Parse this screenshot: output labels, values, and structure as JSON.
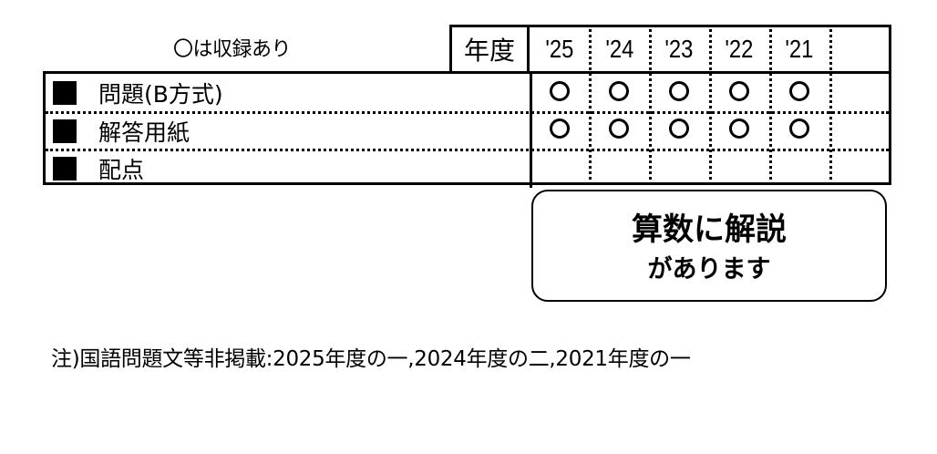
{
  "legend": {
    "text": "〇は収録あり"
  },
  "header": {
    "nendo_label": "年度",
    "years": [
      "'25",
      "'24",
      "'23",
      "'22",
      "'21",
      ""
    ]
  },
  "rows": [
    {
      "label": "問題(B方式)",
      "marks": [
        true,
        true,
        true,
        true,
        true,
        false
      ]
    },
    {
      "label": "解答用紙",
      "marks": [
        true,
        true,
        true,
        true,
        true,
        false
      ]
    },
    {
      "label": "配点",
      "marks": [
        false,
        false,
        false,
        false,
        false,
        false
      ]
    }
  ],
  "mark_symbol": "〇",
  "note_box": {
    "line1": "算数に解説",
    "line2": "があります"
  },
  "footnote": "注)国語問題文等非掲載:2025年度の一,2024年度の二,2021年度の一",
  "colors": {
    "line": "#000000",
    "background": "#ffffff"
  }
}
